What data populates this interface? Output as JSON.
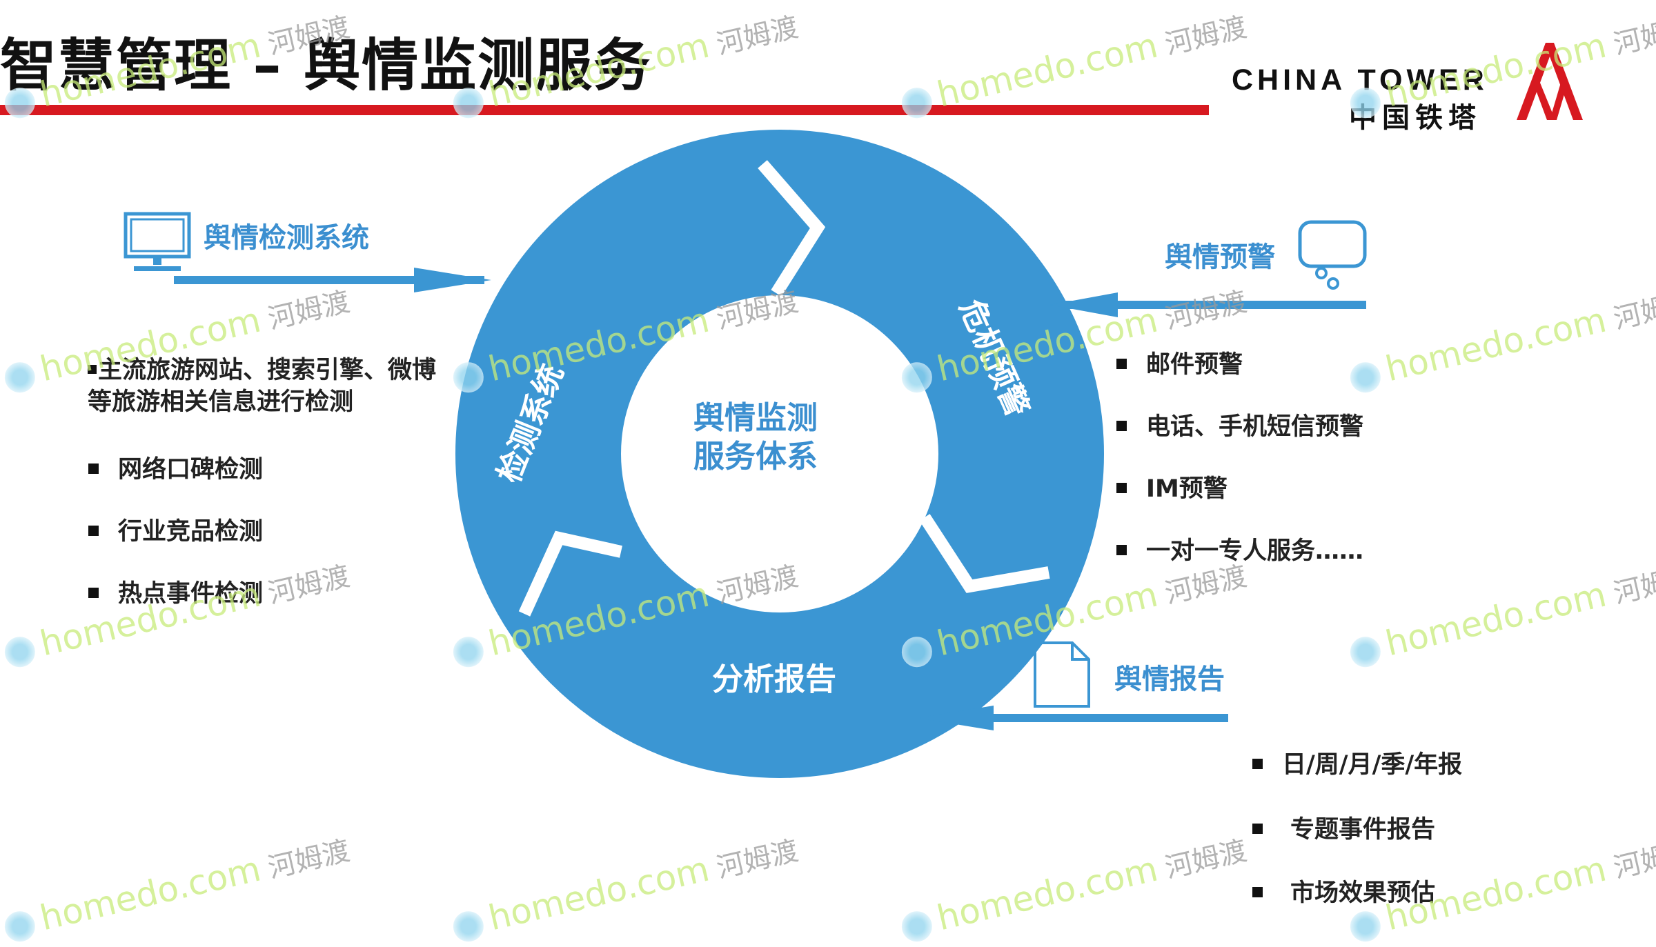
{
  "header": {
    "title": "智慧管理 – 舆情监测服务",
    "logo_en": "CHINA TOWER",
    "logo_cn": "中国铁塔",
    "accent_color": "#d71920"
  },
  "diagram": {
    "center_title": [
      "舆情监测",
      "服务体系"
    ],
    "segments": [
      {
        "label": "检测系统"
      },
      {
        "label": "危机预警"
      },
      {
        "label": "分析报告"
      }
    ],
    "ring_color": "#3b96d3"
  },
  "left_panel": {
    "label": "舆情检测系统",
    "icon": "monitor-icon",
    "description_line1": "主流旅游网站、搜索引擎、微博",
    "description_line2": "等旅游相关信息进行检测",
    "items": [
      "网络口碑检测",
      "行业竞品检测",
      "热点事件检测"
    ]
  },
  "right_top_panel": {
    "label": "舆情预警",
    "icon": "thought-bubble-icon",
    "items": [
      "邮件预警",
      "电话、手机短信预警",
      "IM预警",
      "一对一专人服务……"
    ]
  },
  "right_bottom_panel": {
    "label": "舆情报告",
    "icon": "document-icon",
    "items": [
      "日/周/月/季/年报",
      "专题事件报告",
      "市场效果预估"
    ]
  },
  "watermark": {
    "text": "homedo.com",
    "text_cn": "河姆渡"
  },
  "label_color": "#3b8fd0"
}
